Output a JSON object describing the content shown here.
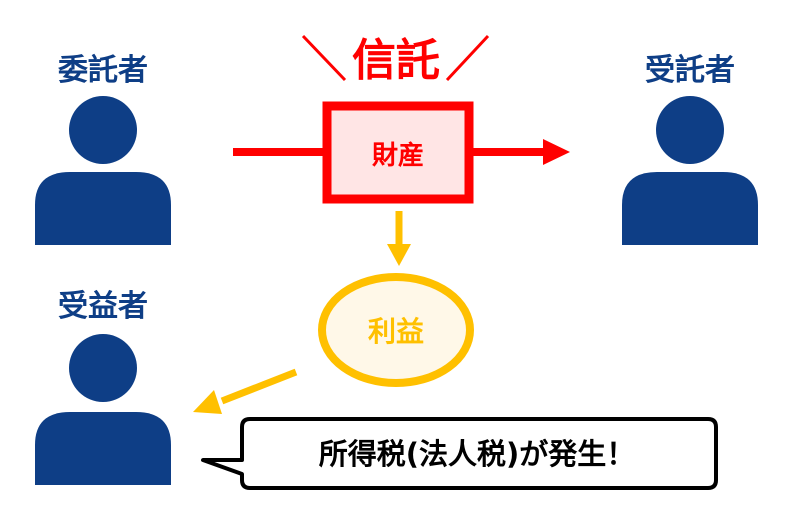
{
  "title": "信託",
  "entities": {
    "settlor": "委託者",
    "trustee": "受託者",
    "beneficiary": "受益者"
  },
  "property_label": "財産",
  "profit_label": "利益",
  "callout": "所得税(法人税)が発生！",
  "colors": {
    "person": "#0e3e86",
    "trust": "#ff0000",
    "trust_fill": "#ffe5e5",
    "profit": "#ffc000",
    "profit_fill": "#fff8e8",
    "callout_border": "#000000"
  }
}
